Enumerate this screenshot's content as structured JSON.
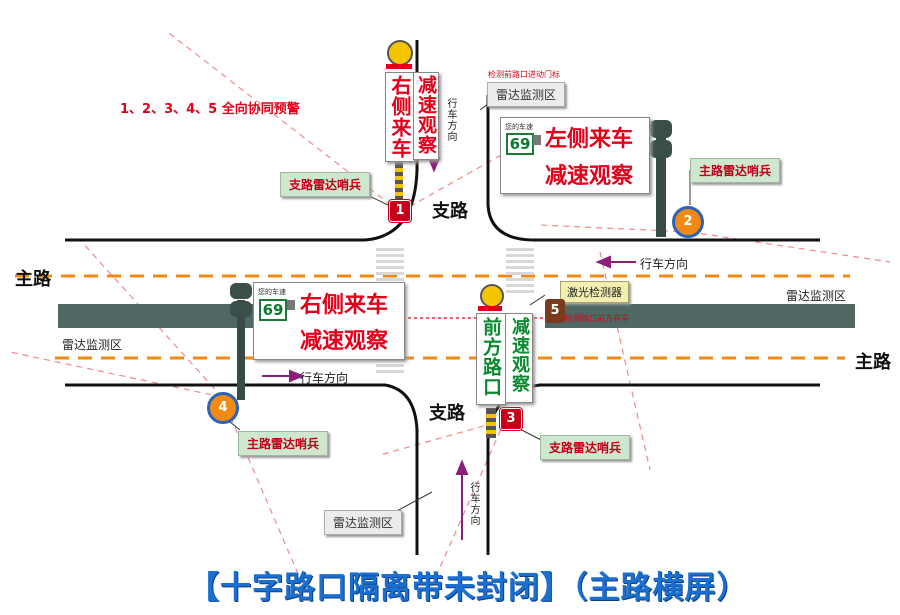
{
  "header_note": "1、2、3、4、5 全向协同预警",
  "tiny_note": "检测前路口进动门标",
  "tiny_note2": "检测路口前方有车",
  "main_road": "主路",
  "side_road": "支路",
  "travel_dir": "行车方向",
  "radar_zone": "雷达监测区",
  "laser_detector": "激光检测器",
  "speed_label": "您的车速",
  "speed_value": "69",
  "sentinels": {
    "s1": "支路雷达哨兵",
    "s2": "主路雷达哨兵",
    "s3": "支路雷达哨兵",
    "s4": "主路雷达哨兵"
  },
  "numbers": {
    "n1": "1",
    "n2": "2",
    "n3": "3",
    "n4": "4",
    "n5": "5"
  },
  "signs": {
    "top_right_text": "右侧来车",
    "top_slow": "减速观察",
    "ne_line1": "左侧来车",
    "ne_line2": "减速观察",
    "w_line1": "右侧来车",
    "w_line2": "减速观察",
    "s_front": "前方路口",
    "s_slow": "减速观察"
  },
  "title": "【十字路口隔离带未封闭】（主路横屏）",
  "colors": {
    "road": "#111111",
    "median": "#4f6863",
    "lane_dash": "#f08a12",
    "arrow": "#8b1f7a",
    "red": "#e0001a",
    "green": "#0a8a2f",
    "blue_title": "#1b6fd0"
  }
}
